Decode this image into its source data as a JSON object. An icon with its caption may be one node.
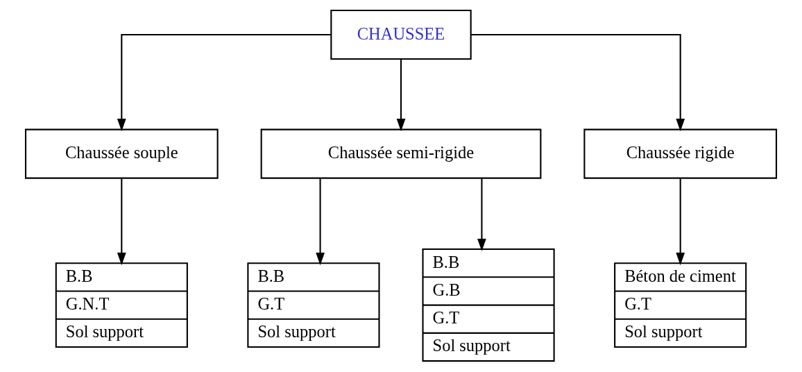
{
  "diagram": {
    "nodes": [
      {
        "text": [
          "CHAUSSEE"
        ]
      },
      {
        "text": [
          "Chaussée souple"
        ]
      },
      {
        "text": [
          "Chaussée semi-rigide"
        ]
      },
      {
        "text": [
          "Chaussée rigide"
        ]
      },
      {
        "text": [
          "B.B",
          "G.N.T",
          "Sol support"
        ]
      },
      {
        "text": [
          "B.B",
          "G.T",
          "Sol support"
        ]
      },
      {
        "text": [
          "B.B",
          "G.B",
          "G.T",
          "Sol support"
        ]
      },
      {
        "text": [
          "Béton de ciment",
          "G.T",
          "Sol support"
        ]
      }
    ],
    "edges": [
      {
        "from": 0,
        "to": 1,
        "arrow": "to"
      },
      {
        "from": 0,
        "to": 2,
        "arrow": "to"
      },
      {
        "from": 0,
        "to": 3,
        "arrow": "to"
      },
      {
        "from": 1,
        "to": 4,
        "arrow": "to"
      },
      {
        "from": 2,
        "to": 5,
        "arrow": "to"
      },
      {
        "from": 2,
        "to": 6,
        "arrow": "to"
      },
      {
        "from": 3,
        "to": 7,
        "arrow": "to"
      }
    ]
  }
}
